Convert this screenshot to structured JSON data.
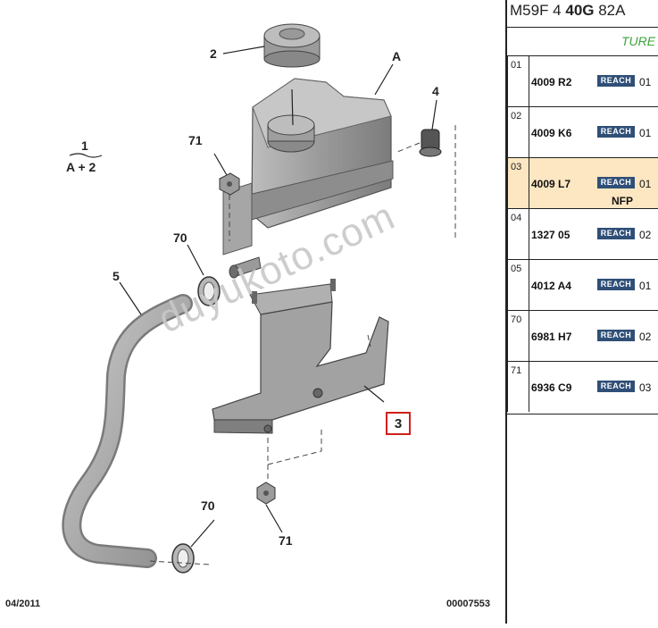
{
  "diagram": {
    "callouts": {
      "tank": "A",
      "cap": "2",
      "bracket": "3",
      "grommet": "4",
      "hose": "5",
      "clip_upper": "70",
      "clip_lower": "70",
      "nut_upper": "71",
      "nut_lower": "71",
      "group_top": "1",
      "group_bottom": "A + 2"
    },
    "watermark": "duyukoto.com",
    "date_footer": "04/2011",
    "code_footer": "00007553",
    "highlight_color": "#d0201a"
  },
  "panel": {
    "title_pre": "M59F 4 ",
    "title_bold": "40G",
    "title_post": " 82A",
    "subtitle": "TURE",
    "rows": [
      {
        "num": "01",
        "ref": "4009 R2",
        "badge": "REACH",
        "qty": "01",
        "extra": "",
        "highlight": false
      },
      {
        "num": "02",
        "ref": "4009 K6",
        "badge": "REACH",
        "qty": "01",
        "extra": "",
        "highlight": false
      },
      {
        "num": "03",
        "ref": "4009 L7",
        "badge": "REACH",
        "qty": "01",
        "extra": "NFP",
        "highlight": true
      },
      {
        "num": "04",
        "ref": "1327 05",
        "badge": "REACH",
        "qty": "02",
        "extra": "",
        "highlight": false
      },
      {
        "num": "05",
        "ref": "4012 A4",
        "badge": "REACH",
        "qty": "01",
        "extra": "",
        "highlight": false
      },
      {
        "num": "70",
        "ref": "6981 H7",
        "badge": "REACH",
        "qty": "02",
        "extra": "",
        "highlight": false
      },
      {
        "num": "71",
        "ref": "6936 C9",
        "badge": "REACH",
        "qty": "03",
        "extra": "",
        "highlight": false
      }
    ]
  }
}
